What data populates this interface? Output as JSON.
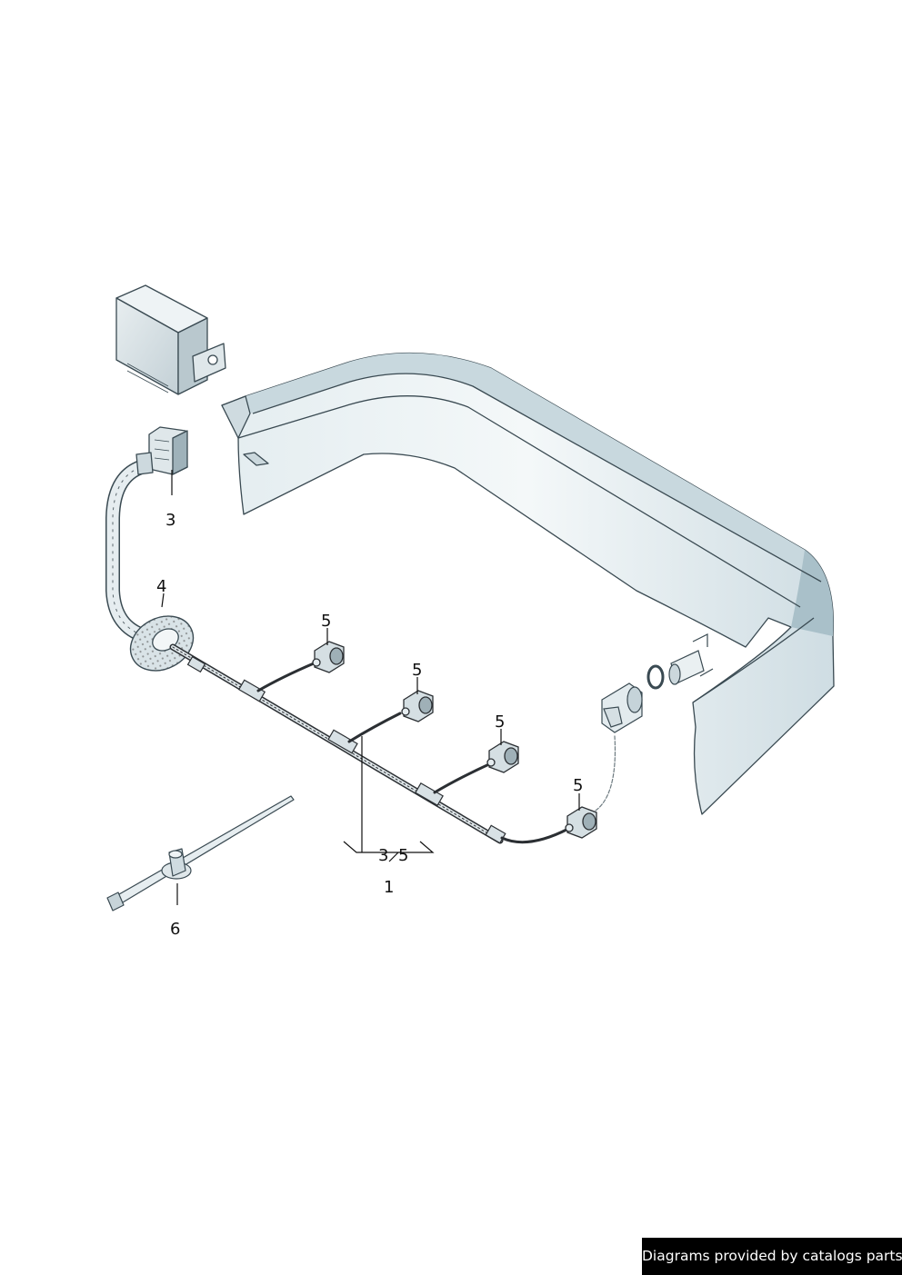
{
  "callouts": {
    "c1": "1",
    "c3_top": "3",
    "c3_bracket": "3",
    "c5_bracket": "5",
    "c4": "4",
    "c5_a": "5",
    "c5_b": "5",
    "c5_c": "5",
    "c5_d": "5",
    "c6": "6"
  },
  "credit": "Diagrams provided by catalogs parts",
  "colors": {
    "bumper_fill": "#dde8ec",
    "bumper_shade": "#b8cdd5",
    "outline": "#3a4a52",
    "box_fill": "#d9e2e6",
    "harness": "#2b2f33"
  }
}
